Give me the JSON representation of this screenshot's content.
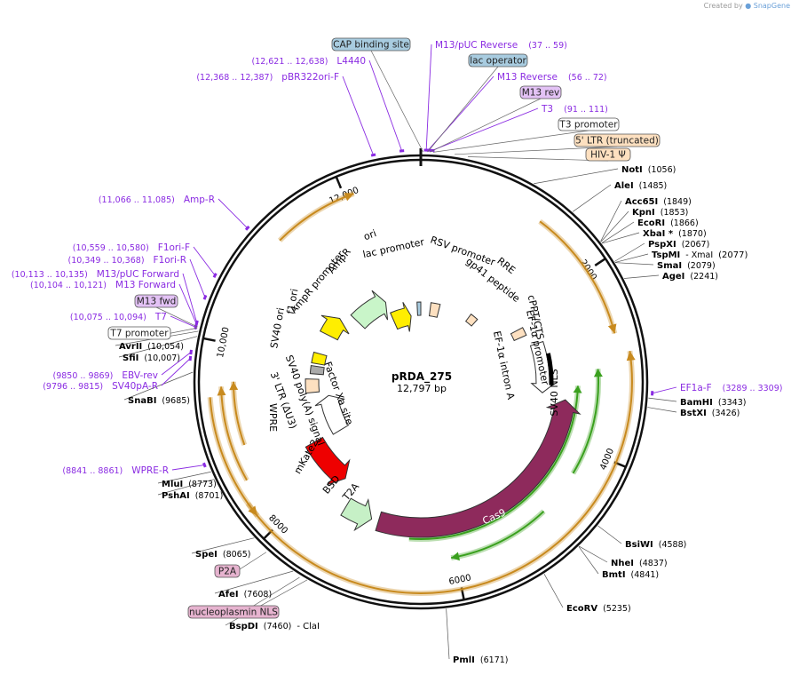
{
  "header": {
    "created_by": "Created by",
    "brand": "SnapGene"
  },
  "plasmid": {
    "name": "pRDA_275",
    "size": "12,797 bp",
    "length": 12797
  },
  "colors": {
    "primer": "#8a2be2",
    "site_text": "#111111",
    "cas9": "#8e2a5c",
    "mkate2": "#ee0000",
    "bsd": "#c6f0c6",
    "ampr": "#c9f5c9",
    "ori": "#ffee00",
    "ltr": "#fde0c0",
    "label_blue": "#a8cce0",
    "label_pink": "#e6b3cf",
    "label_purple": "#e3c2f5",
    "orf_orange": "#c88a1e",
    "orf_green": "#3aa01e"
  },
  "ticks": [
    "2000",
    "4000",
    "6000",
    "8000",
    "10,000",
    "12,000"
  ],
  "sites": [
    {
      "name": "NotI",
      "pos": "(1056)"
    },
    {
      "name": "AleI",
      "pos": "(1485)"
    },
    {
      "name": "Acc65I",
      "pos": "(1849)"
    },
    {
      "name": "KpnI",
      "pos": "(1853)"
    },
    {
      "name": "EcoRI",
      "pos": "(1866)"
    },
    {
      "name": "XbaI *",
      "pos": "(1870)"
    },
    {
      "name": "PspXI",
      "pos": "(2067)"
    },
    {
      "name": "TspMI",
      "pos": "- XmaI",
      "extra": "(2077)"
    },
    {
      "name": "SmaI",
      "pos": "(2079)"
    },
    {
      "name": "AgeI",
      "pos": "(2241)"
    },
    {
      "name": "BamHI",
      "pos": "(3343)"
    },
    {
      "name": "BstXI",
      "pos": "(3426)"
    },
    {
      "name": "BsiWI",
      "pos": "(4588)"
    },
    {
      "name": "NheI",
      "pos": "(4837)"
    },
    {
      "name": "BmtI",
      "pos": "(4841)"
    },
    {
      "name": "EcoRV",
      "pos": "(5235)"
    },
    {
      "name": "PmlI",
      "pos": "(6171)"
    },
    {
      "name": "BspDI",
      "pos": "(7460)",
      "extra": "- ClaI"
    },
    {
      "name": "AfeI",
      "pos": "(7608)"
    },
    {
      "name": "SpeI",
      "pos": "(8065)"
    },
    {
      "name": "PshAI",
      "pos": "(8701)"
    },
    {
      "name": "MluI",
      "pos": "(8773)"
    },
    {
      "name": "SnaBI",
      "pos": "(9685)"
    },
    {
      "name": "SfiI",
      "pos": "(10,007)"
    },
    {
      "name": "AvrII",
      "pos": "(10,054)"
    }
  ],
  "primers": [
    {
      "name": "M13/pUC Reverse",
      "range": "(37 .. 59)"
    },
    {
      "name": "M13 Reverse",
      "range": "(56 .. 72)"
    },
    {
      "name": "T3",
      "range": "(91 .. 111)"
    },
    {
      "name": "L4440",
      "range": "(12,621 .. 12,638)"
    },
    {
      "name": "pBR322ori-F",
      "range": "(12,368 .. 12,387)"
    },
    {
      "name": "Amp-R",
      "range": "(11,066 .. 11,085)"
    },
    {
      "name": "F1ori-F",
      "range": "(10,559 .. 10,580)"
    },
    {
      "name": "F1ori-R",
      "range": "(10,349 .. 10,368)"
    },
    {
      "name": "M13/pUC Forward",
      "range": "(10,113 .. 10,135)"
    },
    {
      "name": "M13 Forward",
      "range": "(10,104 .. 10,121)"
    },
    {
      "name": "T7",
      "range": "(10,075 .. 10,094)"
    },
    {
      "name": "EBV-rev",
      "range": "(9850 .. 9869)"
    },
    {
      "name": "SV40pA-R",
      "range": "(9796 .. 9815)"
    },
    {
      "name": "EF1a-F",
      "range": "(3289 .. 3309)"
    },
    {
      "name": "WPRE-R",
      "range": "(8841 .. 8861)"
    }
  ],
  "boxed_labels": [
    {
      "text": "CAP binding site",
      "style": "blue"
    },
    {
      "text": "lac operator",
      "style": "blue"
    },
    {
      "text": "M13 rev",
      "style": "purple"
    },
    {
      "text": "T3 promoter",
      "style": "white"
    },
    {
      "text": "5' LTR (truncated)",
      "style": "orange"
    },
    {
      "text": "HIV-1 Ψ",
      "style": "orange"
    },
    {
      "text": "M13 fwd",
      "style": "purple"
    },
    {
      "text": "T7 promoter",
      "style": "white"
    },
    {
      "text": "P2A",
      "style": "pink"
    },
    {
      "text": "nucleoplasmin NLS",
      "style": "pink"
    }
  ],
  "features": {
    "lac_promoter": "lac promoter",
    "rsv_promoter": "RSV promoter",
    "rre": "RRE",
    "gp41": "gp41 peptide",
    "cppt": "cPPT/CTS",
    "ef1a_promoter": "EF-1α promoter",
    "ef1a_intron": "EF-1α intron A",
    "sv40_nls": "SV40 NLS",
    "cas9": "Cas9",
    "t2a": "T2A",
    "bsd": "BSD",
    "mkate2": "mKate2",
    "factor_xa": "Factor Xa site",
    "sv40_polya": "SV40 poly(A) signal",
    "ltr3": "3' LTR (ΔU3)",
    "wpre": "WPRE",
    "sv40_ori": "SV40 ori",
    "f1_ori": "f1 ori",
    "ampr_promoter": "AmpR promoter",
    "ampr": "AmpR",
    "ori": "ori"
  }
}
